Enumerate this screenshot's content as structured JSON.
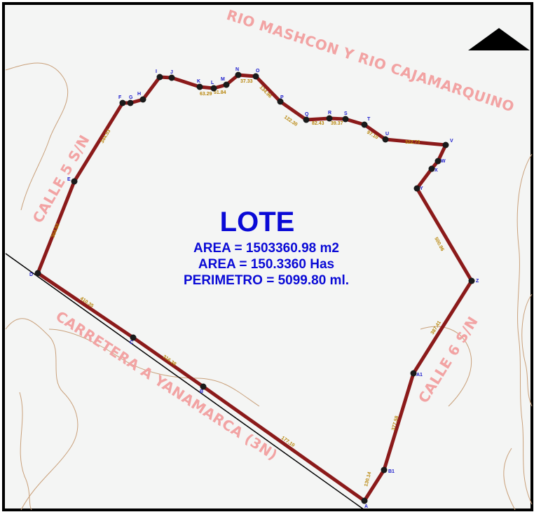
{
  "lot": {
    "title": "LOTE",
    "area_m2": "AREA = 1503360.98 m2",
    "area_has": "AREA = 150.3360 Has",
    "perimeter": "PERIMETRO = 5099.80 ml."
  },
  "roads": {
    "rio": "RIO MASHCON Y RIO CAJAMARQUINO",
    "calle5": "CALLE 5 S/N",
    "calle6": "CALLE 6 S/N",
    "carretera": "CARRETERA A YANAMARCA (3N)"
  },
  "colors": {
    "boundary": "#8b1a1a",
    "vertex": "#1a1a1a",
    "vertex_label": "#1a1acc",
    "road_label": "#f2a3a3",
    "contour": "#c9a07a",
    "background": "#f4f5f4"
  },
  "vertices": [
    "A",
    "B",
    "C",
    "D",
    "E",
    "F",
    "G",
    "H",
    "I",
    "J",
    "K",
    "L",
    "M",
    "N",
    "O",
    "P",
    "Q",
    "R",
    "S",
    "T",
    "U",
    "V",
    "W",
    "X",
    "Y",
    "Z",
    "A1",
    "B1"
  ],
  "segment_lengths": [
    "177.10",
    "316.38",
    "410.35",
    "364.92",
    "344.53",
    "",
    "",
    "",
    "",
    "",
    "63.29",
    "51.84",
    "",
    "37.33",
    "134.96",
    "122.30",
    "82.43",
    "39.37",
    "",
    "97.10",
    "322.73",
    "",
    "",
    "",
    "",
    "500.96",
    "387.41",
    "377.58",
    "130.14"
  ]
}
